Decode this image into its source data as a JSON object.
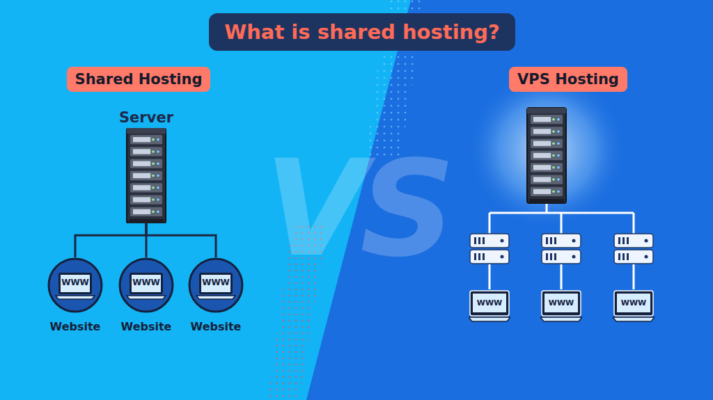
{
  "diagram": {
    "title": "What is shared hosting?",
    "nodes": [
      {
        "text": [
          "Shared Hosting"
        ]
      },
      {
        "text": [
          "VPS Hosting"
        ]
      },
      {
        "text": [
          "Server"
        ]
      },
      {
        "text": [
          "WWW",
          "Website"
        ]
      },
      {
        "text": [
          "WWW",
          "Website"
        ]
      },
      {
        "text": [
          "WWW",
          "Website"
        ]
      },
      {
        "text": [
          "WWW"
        ]
      },
      {
        "text": [
          "WWW"
        ]
      },
      {
        "text": [
          "WWW"
        ]
      }
    ],
    "edges": [
      {
        "from": 2,
        "to": 3,
        "arrow": "none"
      },
      {
        "from": 2,
        "to": 4,
        "arrow": "none"
      },
      {
        "from": 2,
        "to": 5,
        "arrow": "none"
      }
    ],
    "labels": [
      "VS"
    ]
  }
}
